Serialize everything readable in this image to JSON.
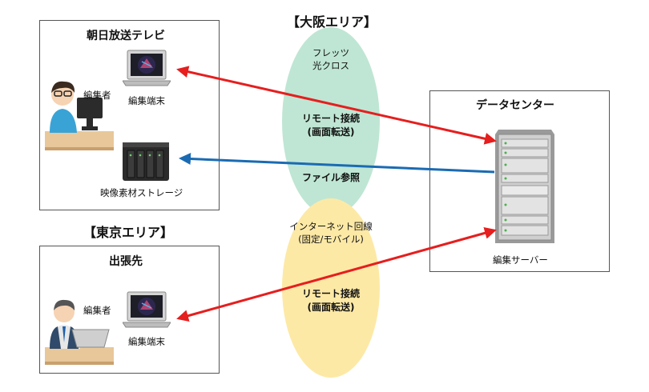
{
  "osaka_area_label": "【大阪エリア】",
  "tokyo_area_label": "【東京エリア】",
  "asahi_box": {
    "title": "朝日放送テレビ",
    "editor_label": "編集者",
    "terminal_label": "編集端末",
    "storage_label": "映像素材ストレージ"
  },
  "trip_box": {
    "title": "出張先",
    "editor_label": "編集者",
    "terminal_label": "編集端末"
  },
  "datacenter_box": {
    "title": "データセンター",
    "server_label": "編集サーバー"
  },
  "osaka_network": {
    "line1": "フレッツ",
    "line2": "光クロス",
    "remote_line1": "リモート接続",
    "remote_line2": "(画面転送)",
    "file_ref": "ファイル参照",
    "color": "#bfe6d4"
  },
  "tokyo_network": {
    "line1": "インターネット回線",
    "line2": "(固定/モバイル)",
    "remote_line1": "リモート接続",
    "remote_line2": "(画面転送)",
    "color": "#fde9a6"
  },
  "colors": {
    "remote_arrow": "#e61e1e",
    "file_arrow": "#1a6bb3"
  }
}
